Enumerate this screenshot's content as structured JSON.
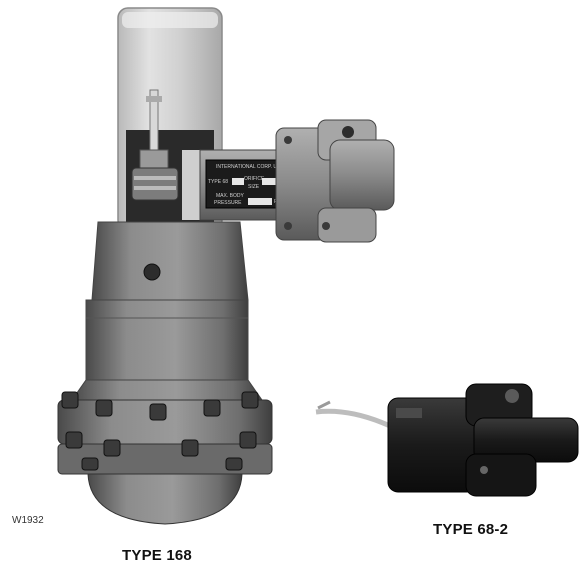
{
  "figure": {
    "code": "W1932",
    "captions": {
      "left": "TYPE 168",
      "right": "TYPE 68-2"
    },
    "nameplate": {
      "maker": "INTERNATIONAL CORP. U.S.A.",
      "type_label": "TYPE 68",
      "orifice_label": "ORIFICE",
      "size_label": "SIZE",
      "max_body_label": "MAX. BODY",
      "pressure_label": "PRESSURE",
      "psi_label": "PSI"
    }
  }
}
